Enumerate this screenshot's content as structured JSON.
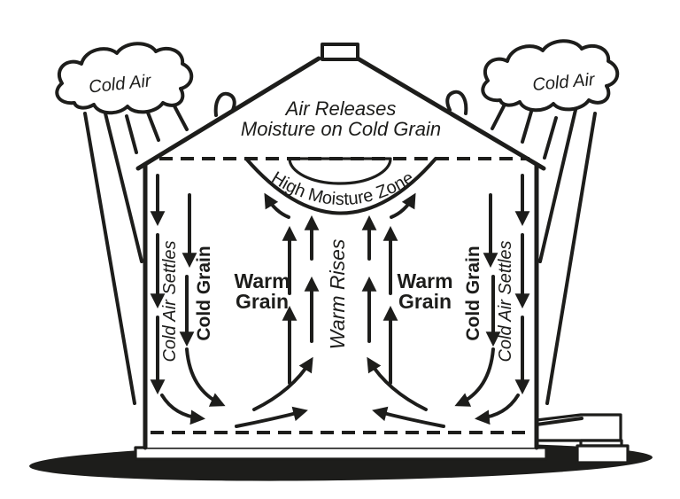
{
  "colors": {
    "ink": "#1d1d1b",
    "background": "#ffffff"
  },
  "clouds": {
    "left": "Cold Air",
    "right": "Cold Air"
  },
  "roof_label": {
    "line1": "Air Releases",
    "line2": "Moisture on Cold Grain"
  },
  "moisture_zone_label": "High Moisture Zone",
  "left_side": {
    "cold_air_settles": "Cold Air Settles",
    "cold_grain": "Cold Grain"
  },
  "warm_grain_left": {
    "line1": "Warm",
    "line2": "Grain"
  },
  "center": {
    "warm_rises": "Warm Rises"
  },
  "warm_grain_right": {
    "line1": "Warm",
    "line2": "Grain"
  },
  "right_side": {
    "cold_grain": "Cold Grain",
    "cold_air_settles": "Cold Air Settles"
  }
}
